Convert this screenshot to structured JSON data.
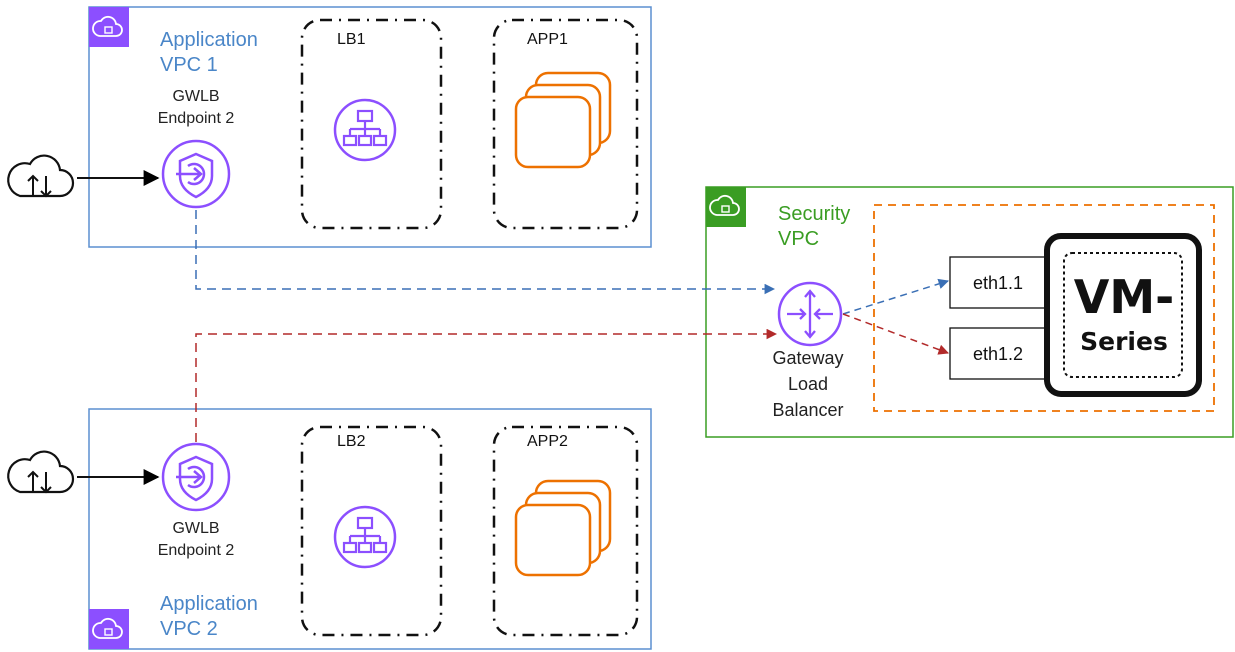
{
  "vpc1": {
    "title_line1": "Application",
    "title_line2": "VPC 1"
  },
  "vpc2": {
    "title_line1": "Application",
    "title_line2": "VPC 2"
  },
  "security_vpc": {
    "title_line1": "Security",
    "title_line2": "VPC"
  },
  "endpoint_top": {
    "line1": "GWLB",
    "line2": "Endpoint 2"
  },
  "endpoint_bottom": {
    "line1": "GWLB",
    "line2": "Endpoint 2"
  },
  "lb1": {
    "label": "LB1"
  },
  "app1": {
    "label": "APP1"
  },
  "lb2": {
    "label": "LB2"
  },
  "app2": {
    "label": "APP2"
  },
  "gwlb": {
    "line1": "Gateway",
    "line2": "Load",
    "line3": "Balancer"
  },
  "interfaces": {
    "eth1": "eth1.1",
    "eth2": "eth1.2"
  },
  "vm_series": {
    "line1": "VM-",
    "line2": "Series"
  },
  "colors": {
    "app_vpc_border": "#5b8fd0",
    "app_vpc_title": "#4a86c8",
    "vpc_badge": "#8c4fff",
    "security_vpc_border": "#3a9d23",
    "security_title": "#3a9d23",
    "purple_icon": "#8c4fff",
    "orange_app": "#ed7100",
    "blue_flow": "#3a6fb5",
    "red_flow": "#b22a2a"
  }
}
